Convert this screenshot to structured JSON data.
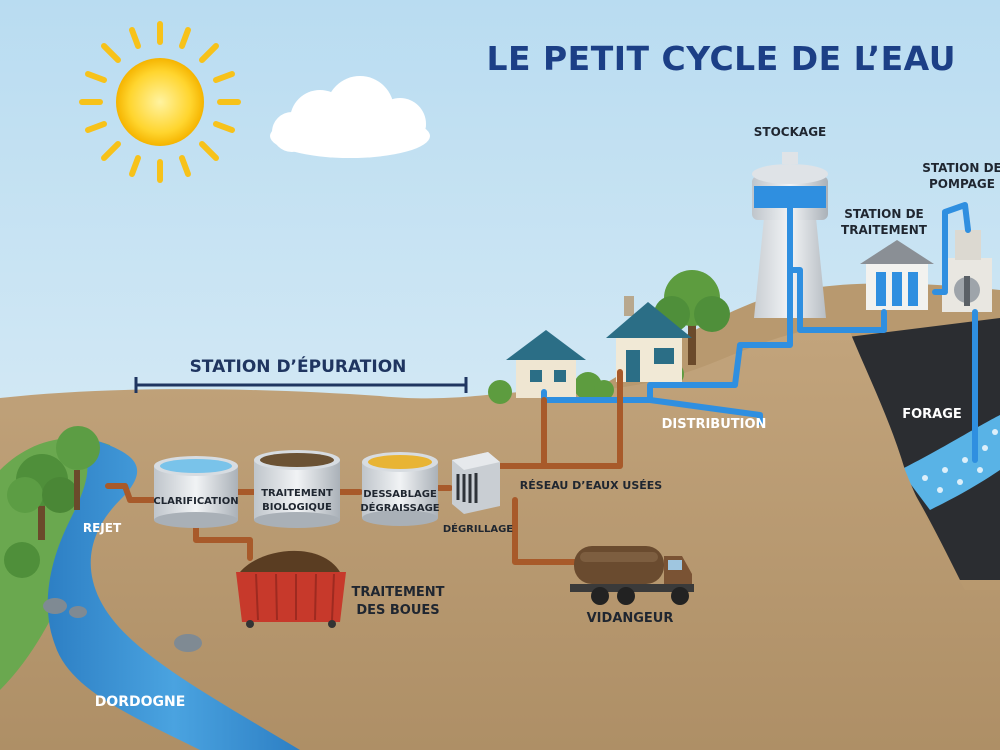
{
  "title": "LE PETIT CYCLE DE L’EAU",
  "labels": {
    "stockage": "STOCKAGE",
    "station_pompage_1": "STATION DE",
    "station_pompage_2": "POMPAGE",
    "station_traitement_1": "STATION DE",
    "station_traitement_2": "TRAITEMENT",
    "forage": "FORAGE",
    "distribution": "DISTRIBUTION",
    "station_epuration": "STATION D’ÉPURATION",
    "clarification": "CLARIFICATION",
    "traitement_bio_1": "TRAITEMENT",
    "traitement_bio_2": "BIOLOGIQUE",
    "dessablage_1": "DESSABLAGE",
    "dessablage_2": "DÉGRAISSAGE",
    "degrillage": "DÉGRILLAGE",
    "reseau": "RÉSEAU D’EAUX USÉES",
    "rejet": "REJET",
    "boues_1": "TRAITEMENT",
    "boues_2": "DES BOUES",
    "vidangeur": "VIDANGEUR",
    "dordogne": "DORDOGNE"
  },
  "colors": {
    "sky": "#cfe6f3",
    "ground": "#b79a72",
    "river": "#3a8fd0",
    "clean_pipe": "#2f8fe0",
    "waste_pipe": "#a85a2a",
    "title": "#1c3f86"
  }
}
